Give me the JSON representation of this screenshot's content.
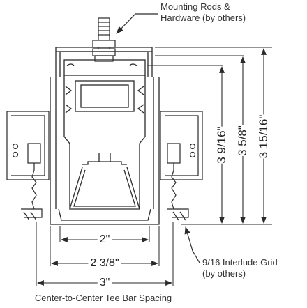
{
  "callouts": {
    "mounting_line1": "Mounting Rods &",
    "mounting_line2": "Hardware (by others)",
    "grid_line1": "9/16 Interlude Grid",
    "grid_line2": "(by others)"
  },
  "dimensions": {
    "width_inner": "2\"",
    "width_middle": "2 3/8\"",
    "width_outer": "3\"",
    "height_a": "3 9/16\"",
    "height_b": "3 5/8\"",
    "height_c": "3 15/16\""
  },
  "caption": "Center-to-Center Tee Bar Spacing",
  "colors": {
    "line": "#2a2a2a",
    "background": "#ffffff"
  }
}
